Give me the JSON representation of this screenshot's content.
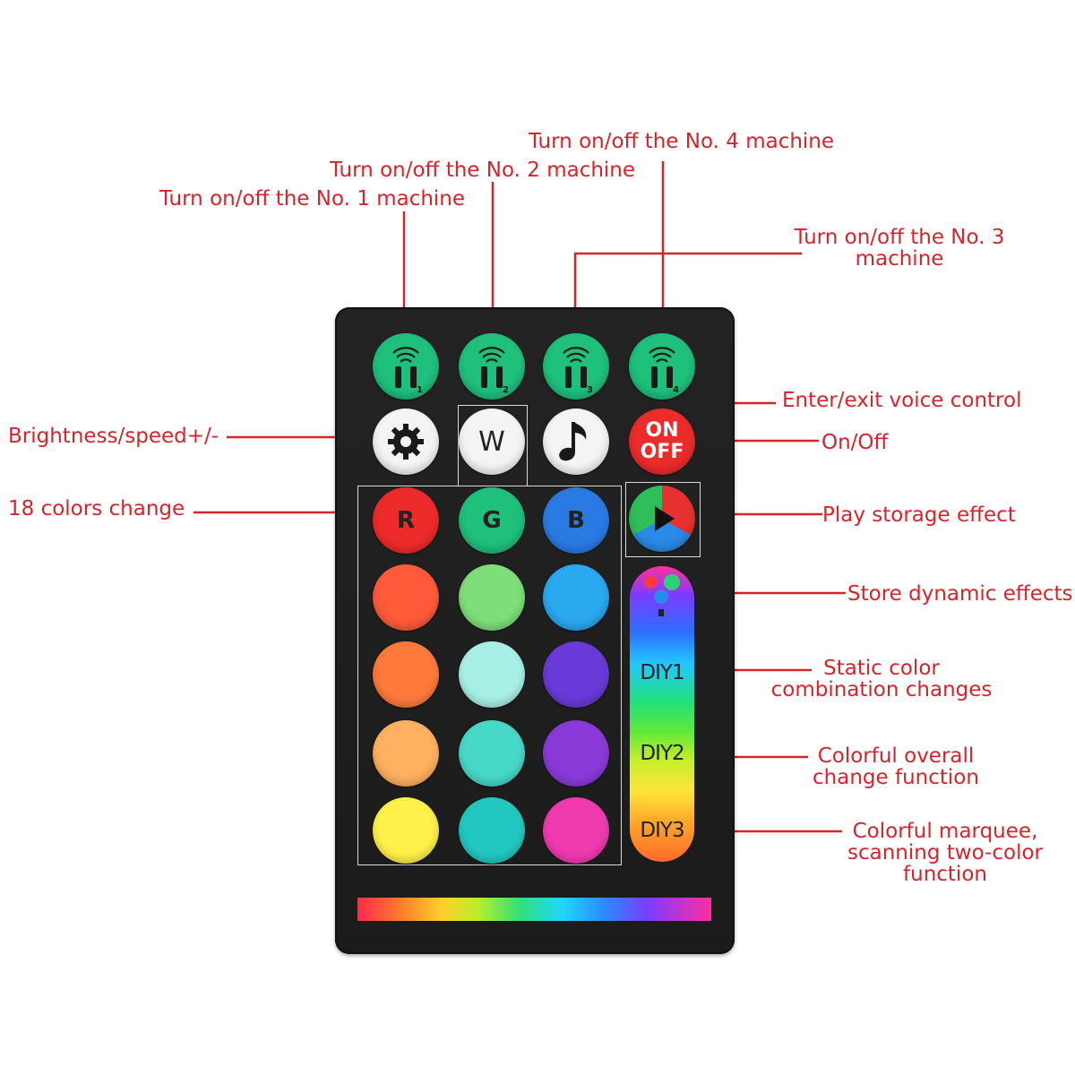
{
  "labels": {
    "machine4": "Turn on/off the No. 4 machine",
    "machine2": "Turn on/off the No. 2 machine",
    "machine1": "Turn on/off the No. 1 machine",
    "machine3_line1": "Turn on/off the No. 3",
    "machine3_line2": "machine",
    "voice": "Enter/exit voice control",
    "brightness": "Brightness/speed+/-",
    "onoff": "On/Off",
    "colors18": "18 colors change",
    "play": "Play storage effect",
    "store": "Store dynamic effects",
    "diy1_line1": "Static color",
    "diy1_line2": "combination changes",
    "diy2_line1": "Colorful overall",
    "diy2_line2": "change function",
    "diy3_line1": "Colorful marquee,",
    "diy3_line2": "scanning two-color",
    "diy3_line3": "function"
  },
  "buttons": {
    "machine_numbers": [
      "1",
      "2",
      "3",
      "4"
    ],
    "w": "W",
    "on": "ON",
    "off": "OFF",
    "r": "R",
    "g": "G",
    "b": "B",
    "diy1": "DIY1",
    "diy2": "DIY2",
    "diy3": "DIY3"
  },
  "icons": {
    "machine": "wireless-machine-icon",
    "brightness": "gear-icon",
    "voice": "music-note-icon",
    "play": "play-icon"
  },
  "colors": {
    "label": "#d8232a",
    "machine_button": "#1fbf7c",
    "grid": [
      "#ff5a3a",
      "#7ede7a",
      "#2aa8f0",
      "#ff7a3a",
      "#a8f0e6",
      "#6a3ad8",
      "#ffb060",
      "#48d8c8",
      "#8a3ad8",
      "#fff04a",
      "#22c8c0",
      "#f03ab0"
    ]
  }
}
